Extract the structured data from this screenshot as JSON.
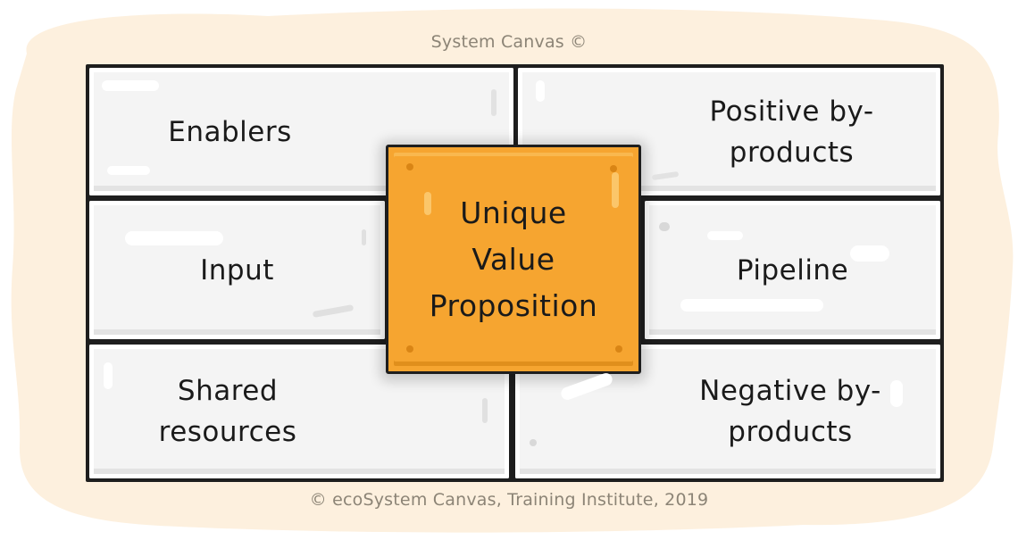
{
  "header": {
    "title": "System Canvas ©"
  },
  "footer": {
    "credit": "© ecoSystem Canvas, Training Institute, 2019"
  },
  "canvas": {
    "center": {
      "label": "Unique\nValue\nProposition"
    },
    "left": [
      {
        "label": "Enablers"
      },
      {
        "label": "Input"
      },
      {
        "label": "Shared\nresources"
      }
    ],
    "right": [
      {
        "label": "Positive by-\nproducts"
      },
      {
        "label": "Pipeline"
      },
      {
        "label": "Negative by-\nproducts"
      }
    ]
  },
  "colors": {
    "background_blob": "#fdf0de",
    "center_fill": "#f6a530",
    "cell_fill": "#f4f4f4",
    "outline": "#1e1e1e",
    "caption_text": "#8c8476"
  }
}
